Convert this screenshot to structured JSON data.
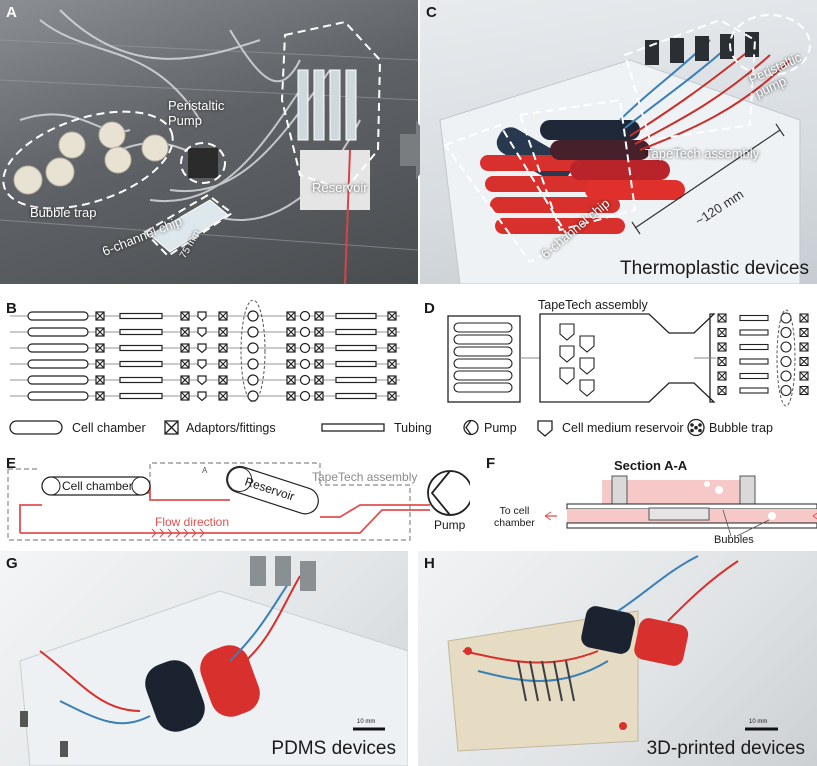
{
  "panels": {
    "a": {
      "letter": "A",
      "labels": {
        "peristaltic": "Peristaltic\nPump",
        "bubble_trap": "Bubble trap",
        "reservoir": "Reservoir",
        "chip": "6-channel chip",
        "scale": "75 mm"
      }
    },
    "c": {
      "letter": "C",
      "labels": {
        "peristaltic": "Peristaltic\npump",
        "tapetech": "TapeTech assembly",
        "scale": "~120 mm",
        "chip": "6-channel chip"
      },
      "caption": "Thermoplastic devices"
    },
    "b": {
      "letter": "B"
    },
    "d": {
      "letter": "D",
      "tapetech": "TapeTech assembly"
    },
    "e": {
      "letter": "E",
      "cell_chamber": "Cell chamber",
      "reservoir": "Reservoir",
      "tapetech": "TapeTech assembly",
      "flow": "Flow direction",
      "pump": "Pump",
      "a_mark": "A"
    },
    "f": {
      "letter": "F",
      "title": "Section A-A",
      "to_cell": "To cell\nchamber",
      "bubbles": "Bubbles"
    },
    "g": {
      "letter": "G",
      "caption": "PDMS devices",
      "scale": "10 mm"
    },
    "h": {
      "letter": "H",
      "caption": "3D-printed devices",
      "scale": "10 mm"
    }
  },
  "legend": {
    "cell_chamber": "Cell chamber",
    "adaptors": "Adaptors/fittings",
    "tubing": "Tubing",
    "pump": "Pump",
    "reservoir": "Cell medium reservoir",
    "bubble_trap": "Bubble trap"
  },
  "colors": {
    "red": "#e04848",
    "blue": "#3a7fb5",
    "pink": "#f4a6a6",
    "dash": "#8a8a8a"
  }
}
